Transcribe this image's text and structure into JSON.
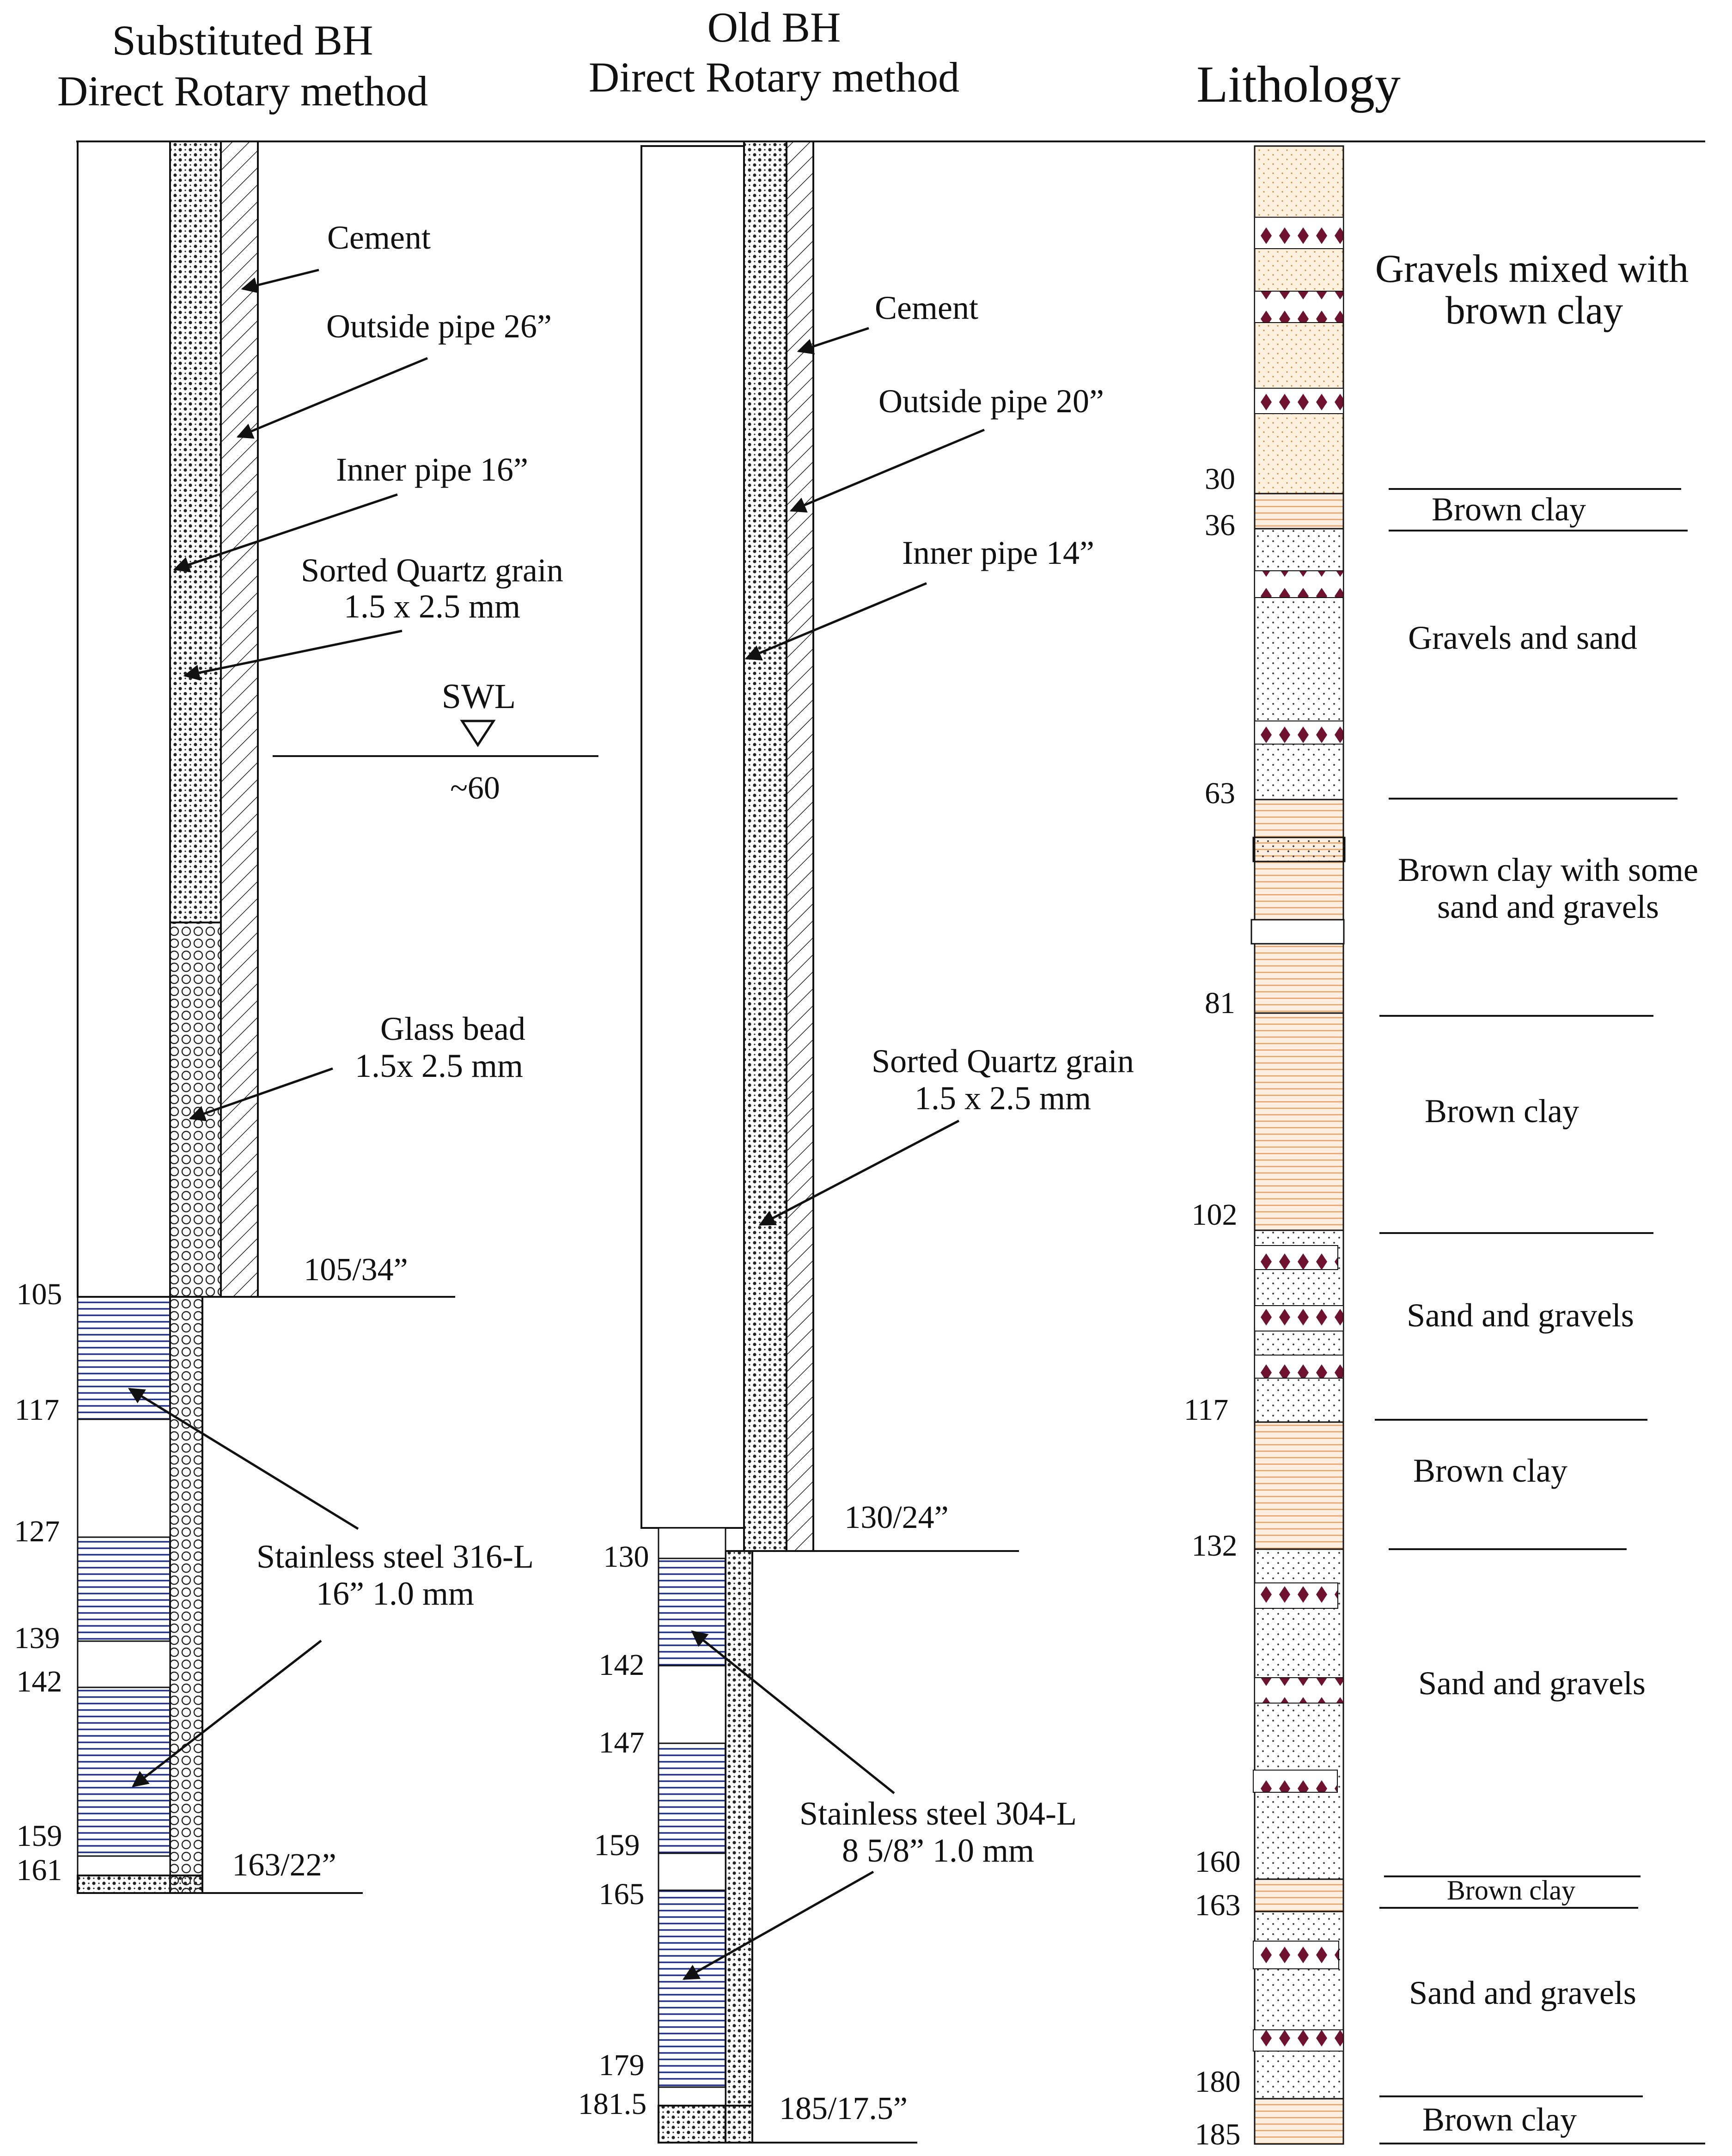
{
  "headers": {
    "substituted": [
      "Substituted BH",
      "Direct Rotary method"
    ],
    "old": [
      "Old BH",
      "Direct Rotary method"
    ],
    "lithology": "Lithology"
  },
  "substituted_bh": {
    "labels": {
      "cement": "Cement",
      "outside_pipe": "Outside pipe 26”",
      "inner_pipe": "Inner  pipe 16”",
      "quartz": [
        "Sorted Quartz grain",
        "1.5 x 2.5 mm"
      ],
      "swl": "SWL",
      "swl_depth": "~60",
      "glass_bead": [
        "Glass bead",
        "1.5x 2.5 mm"
      ],
      "casing_end": "105/34”",
      "stainless": [
        "Stainless steel 316-L",
        "16” 1.0 mm"
      ],
      "bottom": "163/22”"
    },
    "depths": [
      "105",
      "117",
      "127",
      "139",
      "142",
      "159",
      "161"
    ]
  },
  "old_bh": {
    "labels": {
      "cement": "Cement",
      "outside_pipe": "Outside pipe 20”",
      "inner_pipe": "Inner  pipe 14”",
      "quartz": [
        "Sorted Quartz grain",
        "1.5 x 2.5 mm"
      ],
      "casing_end": "130/24”",
      "stainless": [
        "Stainless steel 304-L",
        "8 5/8” 1.0 mm"
      ],
      "bottom": "185/17.5”"
    },
    "depths": [
      "130",
      "142",
      "147",
      "159",
      "165",
      "179",
      "181.5"
    ]
  },
  "lithology": {
    "depths": [
      "30",
      "36",
      "63",
      "81",
      "102",
      "117",
      "132",
      "160",
      "163",
      "180",
      "185"
    ],
    "layers": [
      {
        "name": [
          "Gravels mixed with",
          "brown clay"
        ]
      },
      {
        "name": [
          "Brown clay"
        ]
      },
      {
        "name": [
          "Gravels and sand"
        ]
      },
      {
        "name": [
          "Brown clay with some",
          "sand and gravels"
        ]
      },
      {
        "name": [
          "Brown clay"
        ]
      },
      {
        "name": [
          "Sand and gravels"
        ]
      },
      {
        "name": [
          "Brown clay"
        ]
      },
      {
        "name": [
          "Sand and gravels"
        ]
      },
      {
        "name": [
          "Brown clay"
        ]
      },
      {
        "name": [
          "Sand and gravels"
        ]
      },
      {
        "name": [
          "Brown clay"
        ]
      }
    ]
  },
  "colors": {
    "screen_blue": "#1a2a8a",
    "clay_orange": "#e8a060",
    "gravel_maroon": "#6e1230"
  }
}
